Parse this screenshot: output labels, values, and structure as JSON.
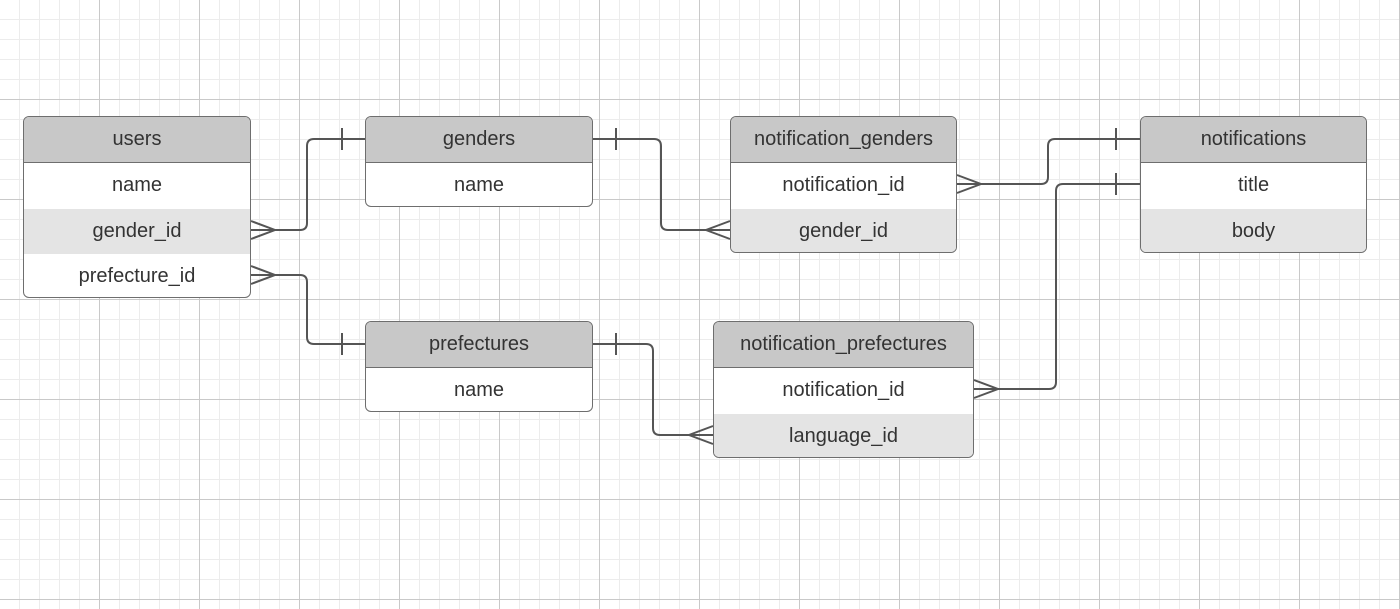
{
  "entities": {
    "users": {
      "title": "users",
      "fields": [
        "name",
        "gender_id",
        "prefecture_id"
      ]
    },
    "genders": {
      "title": "genders",
      "fields": [
        "name"
      ]
    },
    "prefectures": {
      "title": "prefectures",
      "fields": [
        "name"
      ]
    },
    "notification_genders": {
      "title": "notification_genders",
      "fields": [
        "notification_id",
        "gender_id"
      ]
    },
    "notification_prefectures": {
      "title": "notification_prefectures",
      "fields": [
        "notification_id",
        "language_id"
      ]
    },
    "notifications": {
      "title": "notifications",
      "fields": [
        "title",
        "body"
      ]
    }
  },
  "relationships": [
    {
      "from": "users.gender_id",
      "from_cardinality": "many",
      "to": "genders",
      "to_cardinality": "one"
    },
    {
      "from": "users.prefecture_id",
      "from_cardinality": "many",
      "to": "prefectures",
      "to_cardinality": "one"
    },
    {
      "from": "notification_genders.gender_id",
      "from_cardinality": "many",
      "to": "genders",
      "to_cardinality": "one"
    },
    {
      "from": "notification_genders.notification_id",
      "from_cardinality": "many",
      "to": "notifications",
      "to_cardinality": "one"
    },
    {
      "from": "notification_prefectures.language_id",
      "from_cardinality": "many",
      "to": "prefectures",
      "to_cardinality": "one"
    },
    {
      "from": "notification_prefectures.notification_id",
      "from_cardinality": "many",
      "to": "notifications",
      "to_cardinality": "one"
    }
  ],
  "colors": {
    "header_fill": "#c8c8c8",
    "alt_row_fill": "#e4e4e4",
    "border": "#6e6e6e",
    "line": "#555555"
  }
}
